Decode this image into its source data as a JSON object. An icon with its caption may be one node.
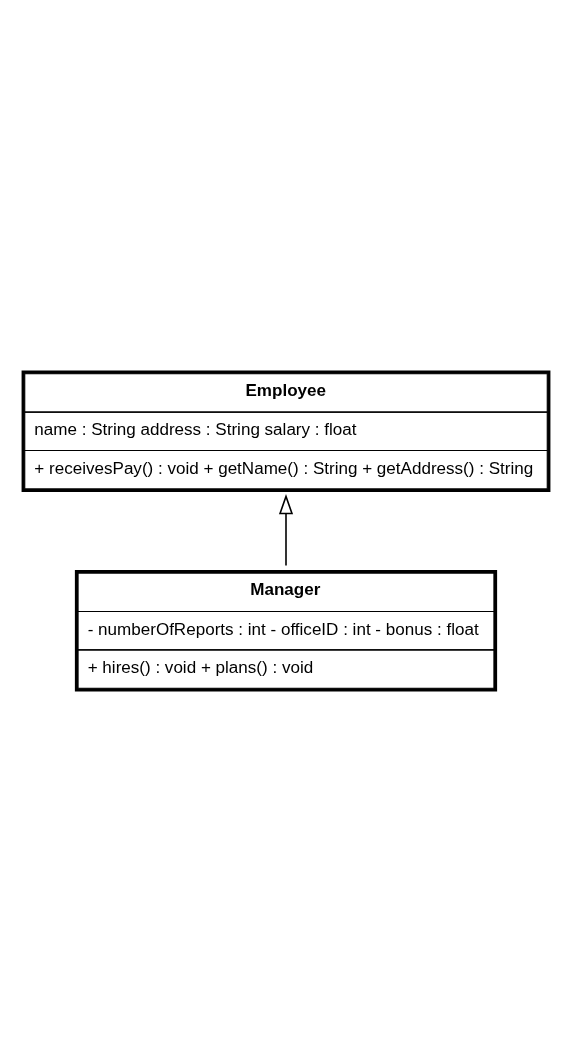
{
  "diagram": {
    "nodes": [
      {
        "text": [
          "Employee",
          "name : String address : String salary : float",
          "+ receivesPay() : void + getName() : String + getAddress() : String"
        ]
      },
      {
        "text": [
          "Manager",
          "- numberOfReports : int - officeID : int - bonus : float",
          "+ hires() : void + plans() : void"
        ]
      }
    ],
    "edges": [
      {
        "from": 1,
        "to": 0,
        "arrow": "to"
      }
    ]
  }
}
